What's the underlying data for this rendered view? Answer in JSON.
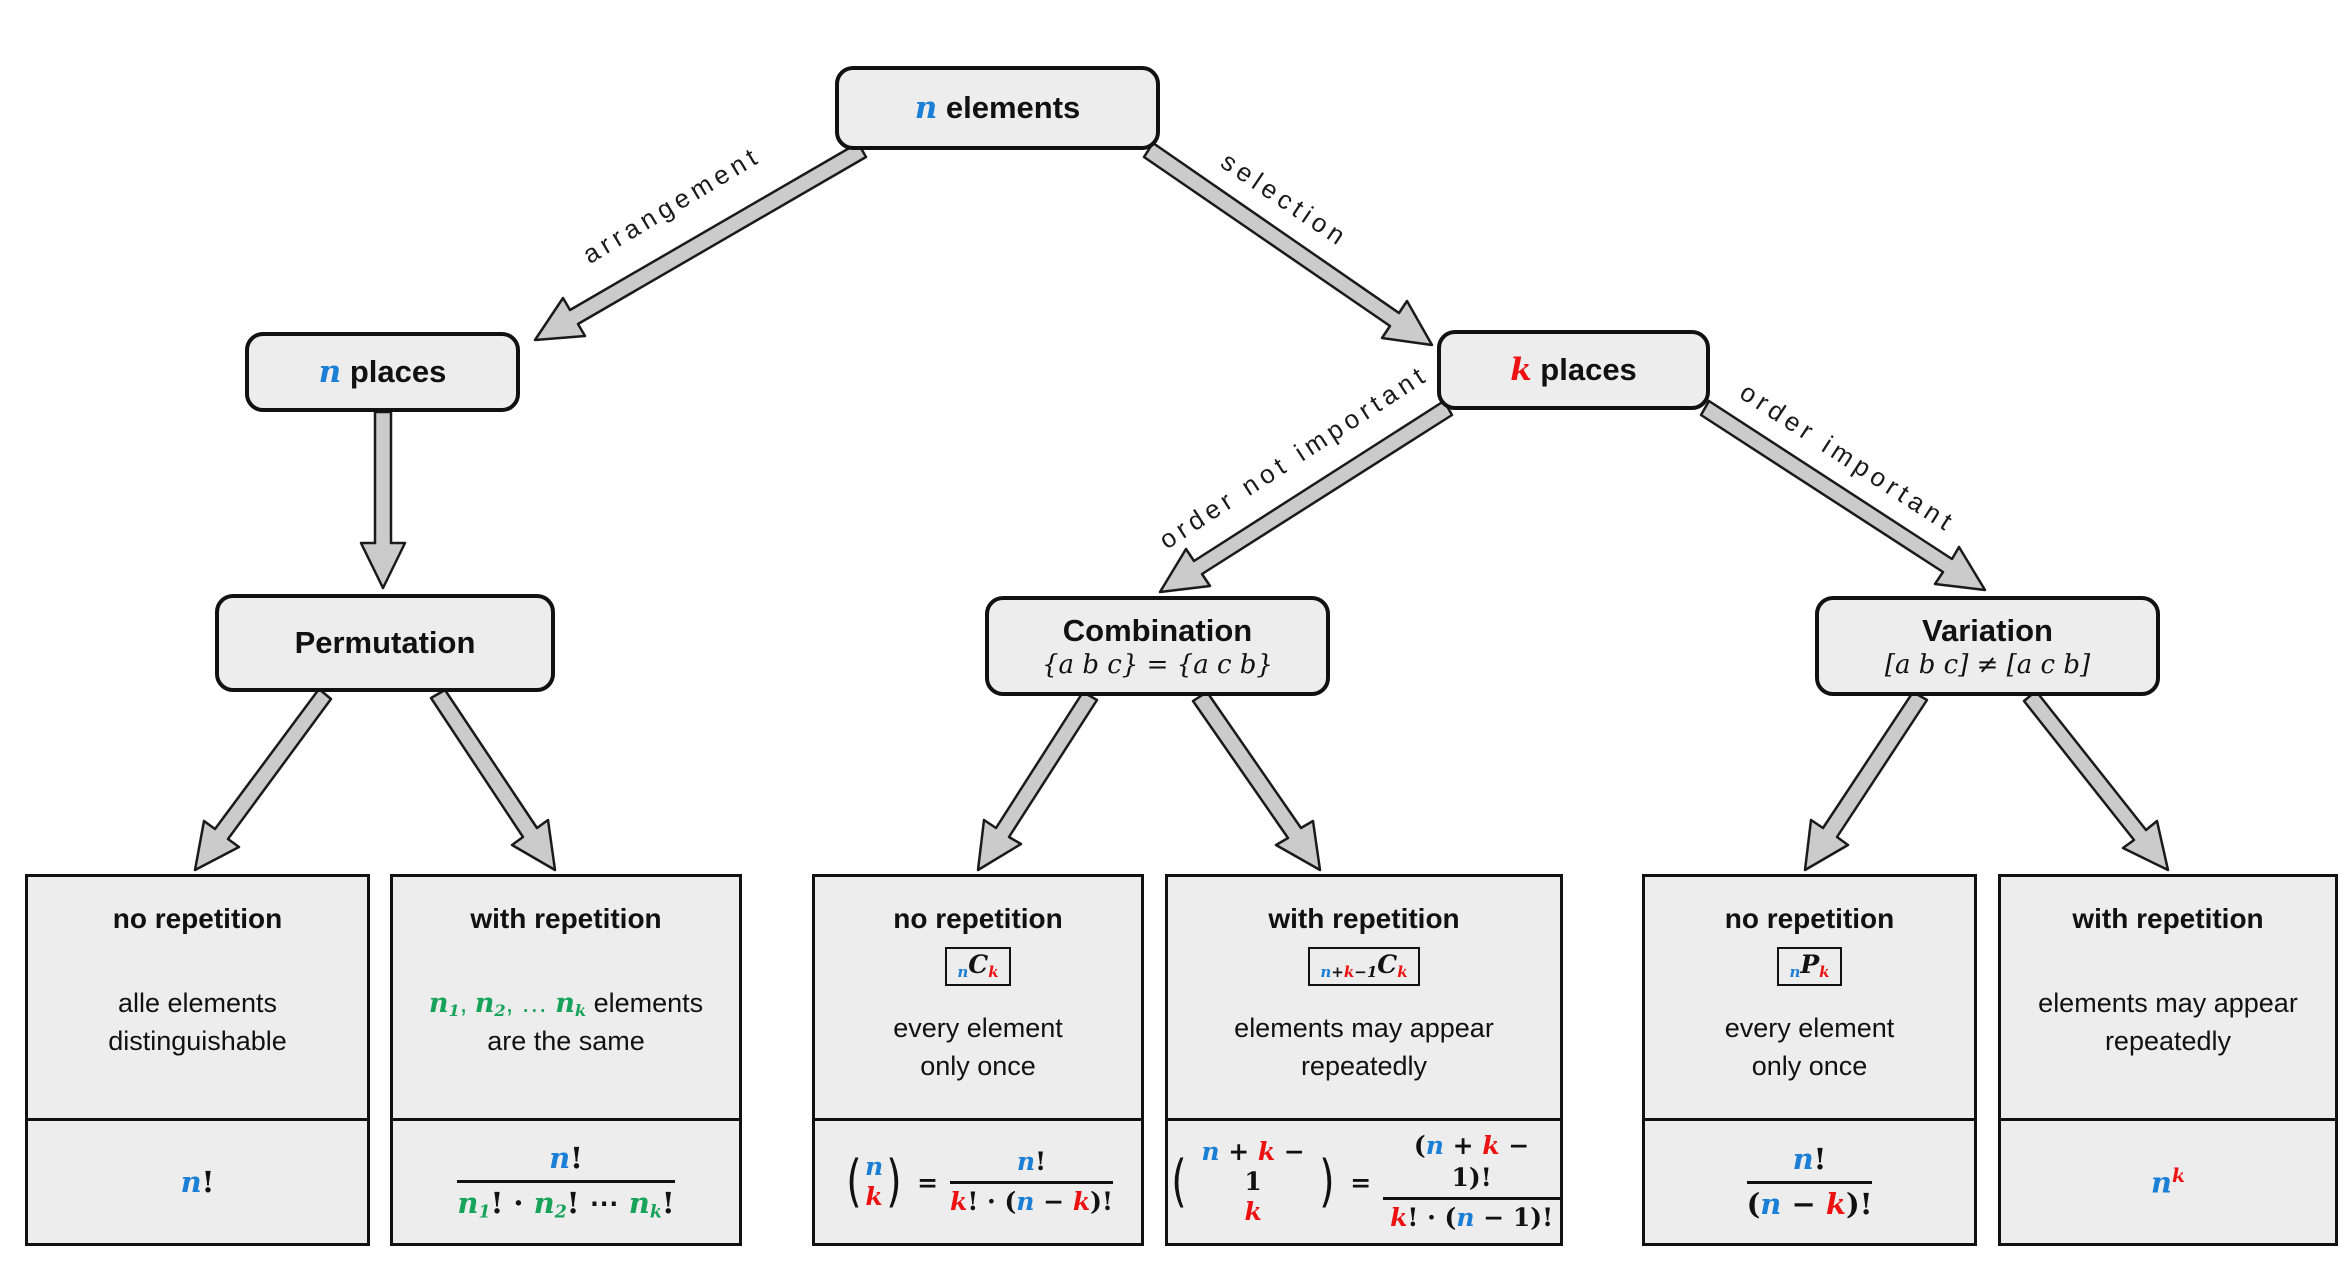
{
  "colors": {
    "blue": "#1b7fd6",
    "red": "#ee1111",
    "green": "#17a45a",
    "box_fill": "#ededed",
    "arrow_fill": "#cbcbcb"
  },
  "nodes": {
    "root": {
      "title": [
        {
          "t": "n",
          "s": "v blue"
        },
        {
          "t": " elements",
          "s": ""
        }
      ]
    },
    "n_places": {
      "title": [
        {
          "t": "n",
          "s": "v blue"
        },
        {
          "t": " places",
          "s": ""
        }
      ]
    },
    "k_places": {
      "title": [
        {
          "t": "k",
          "s": "v red"
        },
        {
          "t": " places",
          "s": ""
        }
      ]
    },
    "permutation": {
      "title": [
        {
          "t": "Permutation",
          "s": ""
        }
      ]
    },
    "combination": {
      "title": [
        {
          "t": "Combination",
          "s": ""
        }
      ],
      "subtitle": "{a b c} = {a c b}"
    },
    "variation": {
      "title": [
        {
          "t": "Variation",
          "s": ""
        }
      ],
      "subtitle": "[a b c] ≠ [a c b]"
    }
  },
  "edge_labels": {
    "arrangement": "arrangement",
    "selection": "selection",
    "order_not_important": "order not important",
    "order_important": "order important"
  },
  "leaves": [
    {
      "title": "no repetition",
      "desc": [
        [
          {
            "t": "alle elements",
            "s": ""
          }
        ],
        [
          {
            "t": "distinguishable",
            "s": ""
          }
        ]
      ],
      "formula": [
        {
          "t": "n",
          "s": "v blue"
        },
        {
          "t": "!",
          "s": ""
        }
      ]
    },
    {
      "title": "with repetition",
      "desc": [
        [
          {
            "t": "n",
            "s": "v green"
          },
          {
            "t": "1",
            "s": "v green sub"
          },
          {
            "t": ", ",
            "s": "green"
          },
          {
            "t": "n",
            "s": "v green"
          },
          {
            "t": "2",
            "s": "v green sub"
          },
          {
            "t": ", … ",
            "s": "green"
          },
          {
            "t": "n",
            "s": "v green"
          },
          {
            "t": "k",
            "s": "v green sub"
          },
          {
            "t": " elements",
            "s": ""
          }
        ],
        [
          {
            "t": "are the same",
            "s": ""
          }
        ]
      ],
      "formula_num": [
        {
          "t": "n",
          "s": "v blue"
        },
        {
          "t": "!",
          "s": ""
        }
      ],
      "formula_den": [
        {
          "t": "n",
          "s": "v green"
        },
        {
          "t": "1",
          "s": "v green sub"
        },
        {
          "t": "! · ",
          "s": ""
        },
        {
          "t": "n",
          "s": "v green"
        },
        {
          "t": "2",
          "s": "v green sub"
        },
        {
          "t": "! ⋯ ",
          "s": ""
        },
        {
          "t": "n",
          "s": "v green"
        },
        {
          "t": "k",
          "s": "v green sub"
        },
        {
          "t": "!",
          "s": ""
        }
      ]
    },
    {
      "title": "no repetition",
      "badge": [
        {
          "t": "n",
          "s": "v blue sub"
        },
        {
          "t": "C",
          "s": "v"
        },
        {
          "t": "k",
          "s": "v red sub"
        }
      ],
      "desc": [
        [
          {
            "t": "every element",
            "s": ""
          }
        ],
        [
          {
            "t": "only once",
            "s": ""
          }
        ]
      ],
      "lparen": "(",
      "rparen": ")",
      "eq": "=",
      "binom_top": [
        {
          "t": "n",
          "s": "v blue"
        }
      ],
      "binom_bottom": [
        {
          "t": "k",
          "s": "v red"
        }
      ],
      "formula_num": [
        {
          "t": "n",
          "s": "v blue"
        },
        {
          "t": "!",
          "s": ""
        }
      ],
      "formula_den": [
        {
          "t": "k",
          "s": "v red"
        },
        {
          "t": "! · (",
          "s": ""
        },
        {
          "t": "n",
          "s": "v blue"
        },
        {
          "t": " − ",
          "s": ""
        },
        {
          "t": "k",
          "s": "v red"
        },
        {
          "t": ")!",
          "s": ""
        }
      ]
    },
    {
      "title": "with repetition",
      "badge": [
        {
          "t": "n",
          "s": "v blue sub"
        },
        {
          "t": "+",
          "s": "v sub"
        },
        {
          "t": "k",
          "s": "v red sub"
        },
        {
          "t": "−1",
          "s": "v sub"
        },
        {
          "t": "C",
          "s": "v"
        },
        {
          "t": "k",
          "s": "v red sub"
        }
      ],
      "desc": [
        [
          {
            "t": "elements may appear",
            "s": ""
          }
        ],
        [
          {
            "t": "repeatedly",
            "s": ""
          }
        ]
      ],
      "lparen": "(",
      "rparen": ")",
      "eq": "=",
      "binom_top": [
        {
          "t": "n",
          "s": "v blue"
        },
        {
          "t": " + ",
          "s": ""
        },
        {
          "t": "k",
          "s": "v red"
        },
        {
          "t": " − 1",
          "s": ""
        }
      ],
      "binom_bottom": [
        {
          "t": "k",
          "s": "v red"
        }
      ],
      "formula_num": [
        {
          "t": "(",
          "s": ""
        },
        {
          "t": "n",
          "s": "v blue"
        },
        {
          "t": " + ",
          "s": ""
        },
        {
          "t": "k",
          "s": "v red"
        },
        {
          "t": " − 1",
          "s": ""
        },
        {
          "t": ")!",
          "s": ""
        }
      ],
      "formula_den": [
        {
          "t": "k",
          "s": "v red"
        },
        {
          "t": "! · (",
          "s": ""
        },
        {
          "t": "n",
          "s": "v blue"
        },
        {
          "t": " − 1)!",
          "s": ""
        }
      ]
    },
    {
      "title": "no repetition",
      "badge": [
        {
          "t": "n",
          "s": "v blue sub"
        },
        {
          "t": "P",
          "s": "v"
        },
        {
          "t": "k",
          "s": "v red sub"
        }
      ],
      "desc": [
        [
          {
            "t": "every element",
            "s": ""
          }
        ],
        [
          {
            "t": "only once",
            "s": ""
          }
        ]
      ],
      "formula_num": [
        {
          "t": "n",
          "s": "v blue"
        },
        {
          "t": "!",
          "s": ""
        }
      ],
      "formula_den": [
        {
          "t": "(",
          "s": ""
        },
        {
          "t": "n",
          "s": "v blue"
        },
        {
          "t": " − ",
          "s": ""
        },
        {
          "t": "k",
          "s": "v red"
        },
        {
          "t": ")!",
          "s": ""
        }
      ]
    },
    {
      "title": "with repetition",
      "desc": [
        [
          {
            "t": "elements may appear",
            "s": ""
          }
        ],
        [
          {
            "t": "repeatedly",
            "s": ""
          }
        ]
      ],
      "formula": [
        {
          "t": "n",
          "s": "v blue"
        },
        {
          "t": "k",
          "s": "v red sup"
        }
      ]
    }
  ]
}
